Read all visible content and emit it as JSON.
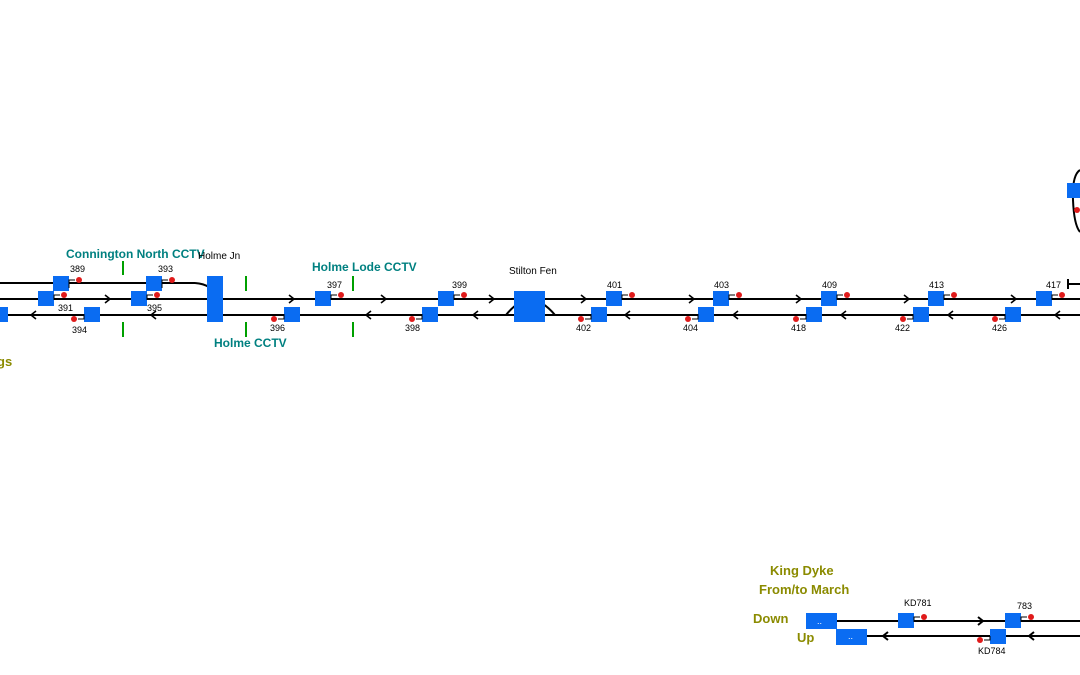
{
  "title": "",
  "colors": {
    "track": "#000000",
    "berth": "#0a6cf2",
    "signal": "#e01a1a",
    "cctv_label": "#008080",
    "cctv_marker": "#00a000",
    "area_label": "#8b8b00"
  },
  "locations": {
    "holme_jn": "Holme Jn",
    "stilton_fen": "Stilton Fen"
  },
  "cctv": {
    "connington_north": "Connington North CCTV",
    "holme": "Holme CCTV",
    "holme_lode": "Holme Lode CCTV"
  },
  "edge_fragment": "gs",
  "signals": {
    "s389": "389",
    "s391": "391",
    "s393": "393",
    "s394": "394",
    "s395": "395",
    "s396": "396",
    "s397": "397",
    "s398": "398",
    "s399": "399",
    "s401": "401",
    "s402": "402",
    "s403": "403",
    "s404": "404",
    "s409": "409",
    "s413": "413",
    "s417": "417",
    "s418": "418",
    "s422": "422",
    "s426": "426"
  },
  "king_dyke": {
    "title": "King Dyke",
    "subtitle": "From/to March",
    "down": "Down",
    "up": "Up",
    "berth_text_down": "..",
    "berth_text_up": "..",
    "kd781": "KD781",
    "s783": "783",
    "kd784": "KD784"
  }
}
